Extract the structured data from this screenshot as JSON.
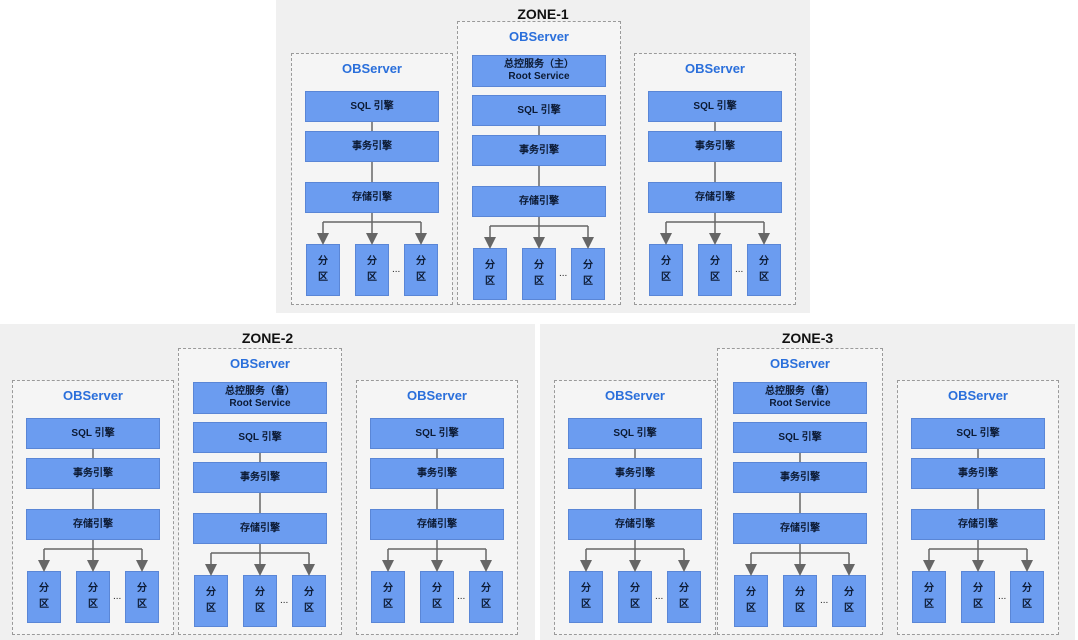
{
  "zones": [
    {
      "title": "ZONE-1",
      "servers": [
        {
          "title": "OBServer",
          "root": null,
          "sql": "SQL 引擎",
          "tx": "事务引擎",
          "storage": "存储引擎",
          "part_chars": [
            "分",
            "区"
          ],
          "ellipsis": "..."
        },
        {
          "title": "OBServer",
          "root": {
            "line1": "总控服务（主）",
            "line2": "Root Service"
          },
          "sql": "SQL 引擎",
          "tx": "事务引擎",
          "storage": "存储引擎",
          "part_chars": [
            "分",
            "区"
          ],
          "ellipsis": "..."
        },
        {
          "title": "OBServer",
          "root": null,
          "sql": "SQL 引擎",
          "tx": "事务引擎",
          "storage": "存储引擎",
          "part_chars": [
            "分",
            "区"
          ],
          "ellipsis": "..."
        }
      ]
    },
    {
      "title": "ZONE-2",
      "servers": [
        {
          "title": "OBServer",
          "root": null,
          "sql": "SQL 引擎",
          "tx": "事务引擎",
          "storage": "存储引擎",
          "part_chars": [
            "分",
            "区"
          ],
          "ellipsis": "..."
        },
        {
          "title": "OBServer",
          "root": {
            "line1": "总控服务（备）",
            "line2": "Root Service"
          },
          "sql": "SQL 引擎",
          "tx": "事务引擎",
          "storage": "存储引擎",
          "part_chars": [
            "分",
            "区"
          ],
          "ellipsis": "..."
        },
        {
          "title": "OBServer",
          "root": null,
          "sql": "SQL 引擎",
          "tx": "事务引擎",
          "storage": "存储引擎",
          "part_chars": [
            "分",
            "区"
          ],
          "ellipsis": "..."
        }
      ]
    },
    {
      "title": "ZONE-3",
      "servers": [
        {
          "title": "OBServer",
          "root": null,
          "sql": "SQL 引擎",
          "tx": "事务引擎",
          "storage": "存储引擎",
          "part_chars": [
            "分",
            "区"
          ],
          "ellipsis": "..."
        },
        {
          "title": "OBServer",
          "root": {
            "line1": "总控服务（备）",
            "line2": "Root Service"
          },
          "sql": "SQL 引擎",
          "tx": "事务引擎",
          "storage": "存储引擎",
          "part_chars": [
            "分",
            "区"
          ],
          "ellipsis": "..."
        },
        {
          "title": "OBServer",
          "root": null,
          "sql": "SQL 引擎",
          "tx": "事务引擎",
          "storage": "存储引擎",
          "part_chars": [
            "分",
            "区"
          ],
          "ellipsis": "..."
        }
      ]
    }
  ],
  "colors": {
    "zone_bg": "#f0f0f0",
    "server_bg": "#f5f5f5",
    "block": "#6b9cf0",
    "title_blue": "#2a6fdb",
    "connector": "#666666"
  }
}
